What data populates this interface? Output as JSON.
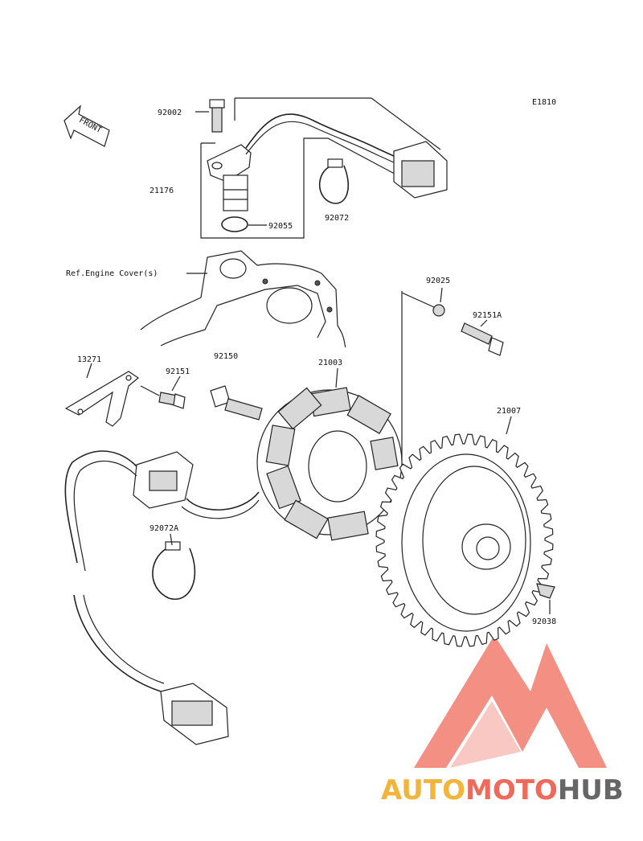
{
  "diagram": {
    "code": "E1810",
    "front_label": "FRONT",
    "ref_note": "Ref.Engine Cover(s)",
    "parts": {
      "p92002": "92002",
      "p21176": "21176",
      "p92055": "92055",
      "p92072": "92072",
      "p92025": "92025",
      "p92151A": "92151A",
      "p13271": "13271",
      "p92151": "92151",
      "p92150": "92150",
      "p21003": "21003",
      "p21007": "21007",
      "p92072A": "92072A",
      "p92038": "92038"
    }
  },
  "watermark": {
    "part1": "AUTO",
    "part2": "MOTO",
    "part3": "HUB",
    "colors": {
      "auto": "#f2b43a",
      "moto": "#ef6a5a",
      "hub": "#666666",
      "logo": "#ef6a5a"
    }
  }
}
